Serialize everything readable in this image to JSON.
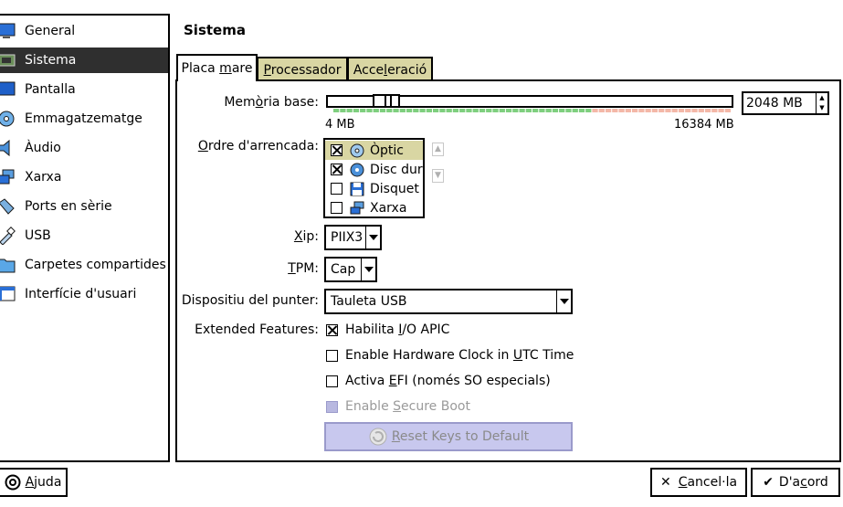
{
  "sidebar": {
    "items": [
      {
        "label": "General",
        "icon": "monitor-icon"
      },
      {
        "label": "Sistema",
        "icon": "chip-icon",
        "selected": true
      },
      {
        "label": "Pantalla",
        "icon": "display-icon"
      },
      {
        "label": "Emmagatzematge",
        "icon": "disk-icon"
      },
      {
        "label": "Àudio",
        "icon": "speaker-icon"
      },
      {
        "label": "Xarxa",
        "icon": "network-icon"
      },
      {
        "label": "Ports en sèrie",
        "icon": "serial-port-icon"
      },
      {
        "label": "USB",
        "icon": "usb-icon"
      },
      {
        "label": "Carpetes compartides",
        "icon": "folder-icon"
      },
      {
        "label": "Interfície d'usuari",
        "icon": "window-icon"
      }
    ]
  },
  "page": {
    "title": "Sistema"
  },
  "tabs": [
    {
      "label": "Placa mare",
      "active": true
    },
    {
      "label": "Processador"
    },
    {
      "label": "Acceleració"
    }
  ],
  "motherboard": {
    "memory": {
      "label": "Memòria base:",
      "value": "2048 MB",
      "min_label": "4 MB",
      "max_label": "16384 MB",
      "fraction": 0.125
    },
    "boot_order": {
      "label": "Ordre d'arrencada:",
      "items": [
        {
          "label": "Òptic",
          "checked": true,
          "icon": "optical-disc-icon"
        },
        {
          "label": "Disc dur",
          "checked": true,
          "icon": "hard-disk-icon"
        },
        {
          "label": "Disquet",
          "checked": false,
          "icon": "floppy-icon"
        },
        {
          "label": "Xarxa",
          "checked": false,
          "icon": "network-icon"
        }
      ]
    },
    "chipset": {
      "label": "Xip:",
      "value": "PIIX3"
    },
    "tpm": {
      "label": "TPM:",
      "value": "Cap"
    },
    "pointing_device": {
      "label": "Dispositiu del punter:",
      "value": "Tauleta USB"
    },
    "extended_features": {
      "label": "Extended Features:",
      "options": [
        {
          "label": "Habilita I/O APIC",
          "checked": true
        },
        {
          "label": "Enable Hardware Clock in UTC Time",
          "checked": false
        },
        {
          "label": "Activa EFI (només SO especials)",
          "checked": false
        },
        {
          "label": "Enable Secure Boot",
          "checked": false,
          "disabled": true
        }
      ],
      "reset_keys_label": "Reset Keys to Default"
    }
  },
  "footer": {
    "help_label": "Ajuda",
    "cancel_label": "Cancel·la",
    "ok_label": "D'acord"
  },
  "colors": {
    "selected_bg": "#2f2f2f",
    "tab_bg": "#d9d6a3",
    "scale_ok": "#7fcf7f",
    "scale_warn": "#f4b8a8",
    "disabled_fill": "#c8c8ee"
  }
}
